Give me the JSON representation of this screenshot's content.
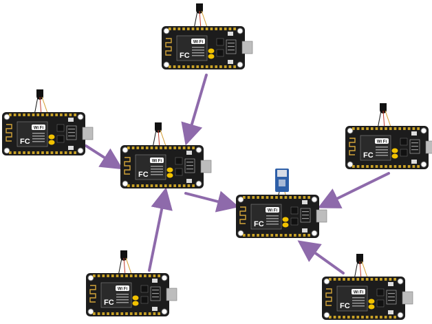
{
  "diagram": {
    "board_type": "ESP8266 NodeMCU",
    "sensor_type": "temperature sensor",
    "center_module": "SD card module",
    "arrow_color": "#8e6aab",
    "board_color": "#1c1c1c",
    "chip_label": "Wi Fi",
    "cert_label": "FC",
    "nodes": [
      {
        "id": "top",
        "role": "sensor-node"
      },
      {
        "id": "left",
        "role": "sensor-node"
      },
      {
        "id": "hub-left",
        "role": "relay-node"
      },
      {
        "id": "right",
        "role": "sensor-node"
      },
      {
        "id": "hub-center",
        "role": "gateway-node"
      },
      {
        "id": "bottom-left",
        "role": "sensor-node"
      },
      {
        "id": "bottom-right",
        "role": "sensor-node"
      }
    ],
    "connections": [
      {
        "from": "top",
        "to": "hub-left"
      },
      {
        "from": "left",
        "to": "hub-left"
      },
      {
        "from": "bottom-left",
        "to": "hub-left"
      },
      {
        "from": "hub-left",
        "to": "hub-center"
      },
      {
        "from": "right",
        "to": "hub-center"
      },
      {
        "from": "bottom-right",
        "to": "hub-center"
      }
    ]
  }
}
